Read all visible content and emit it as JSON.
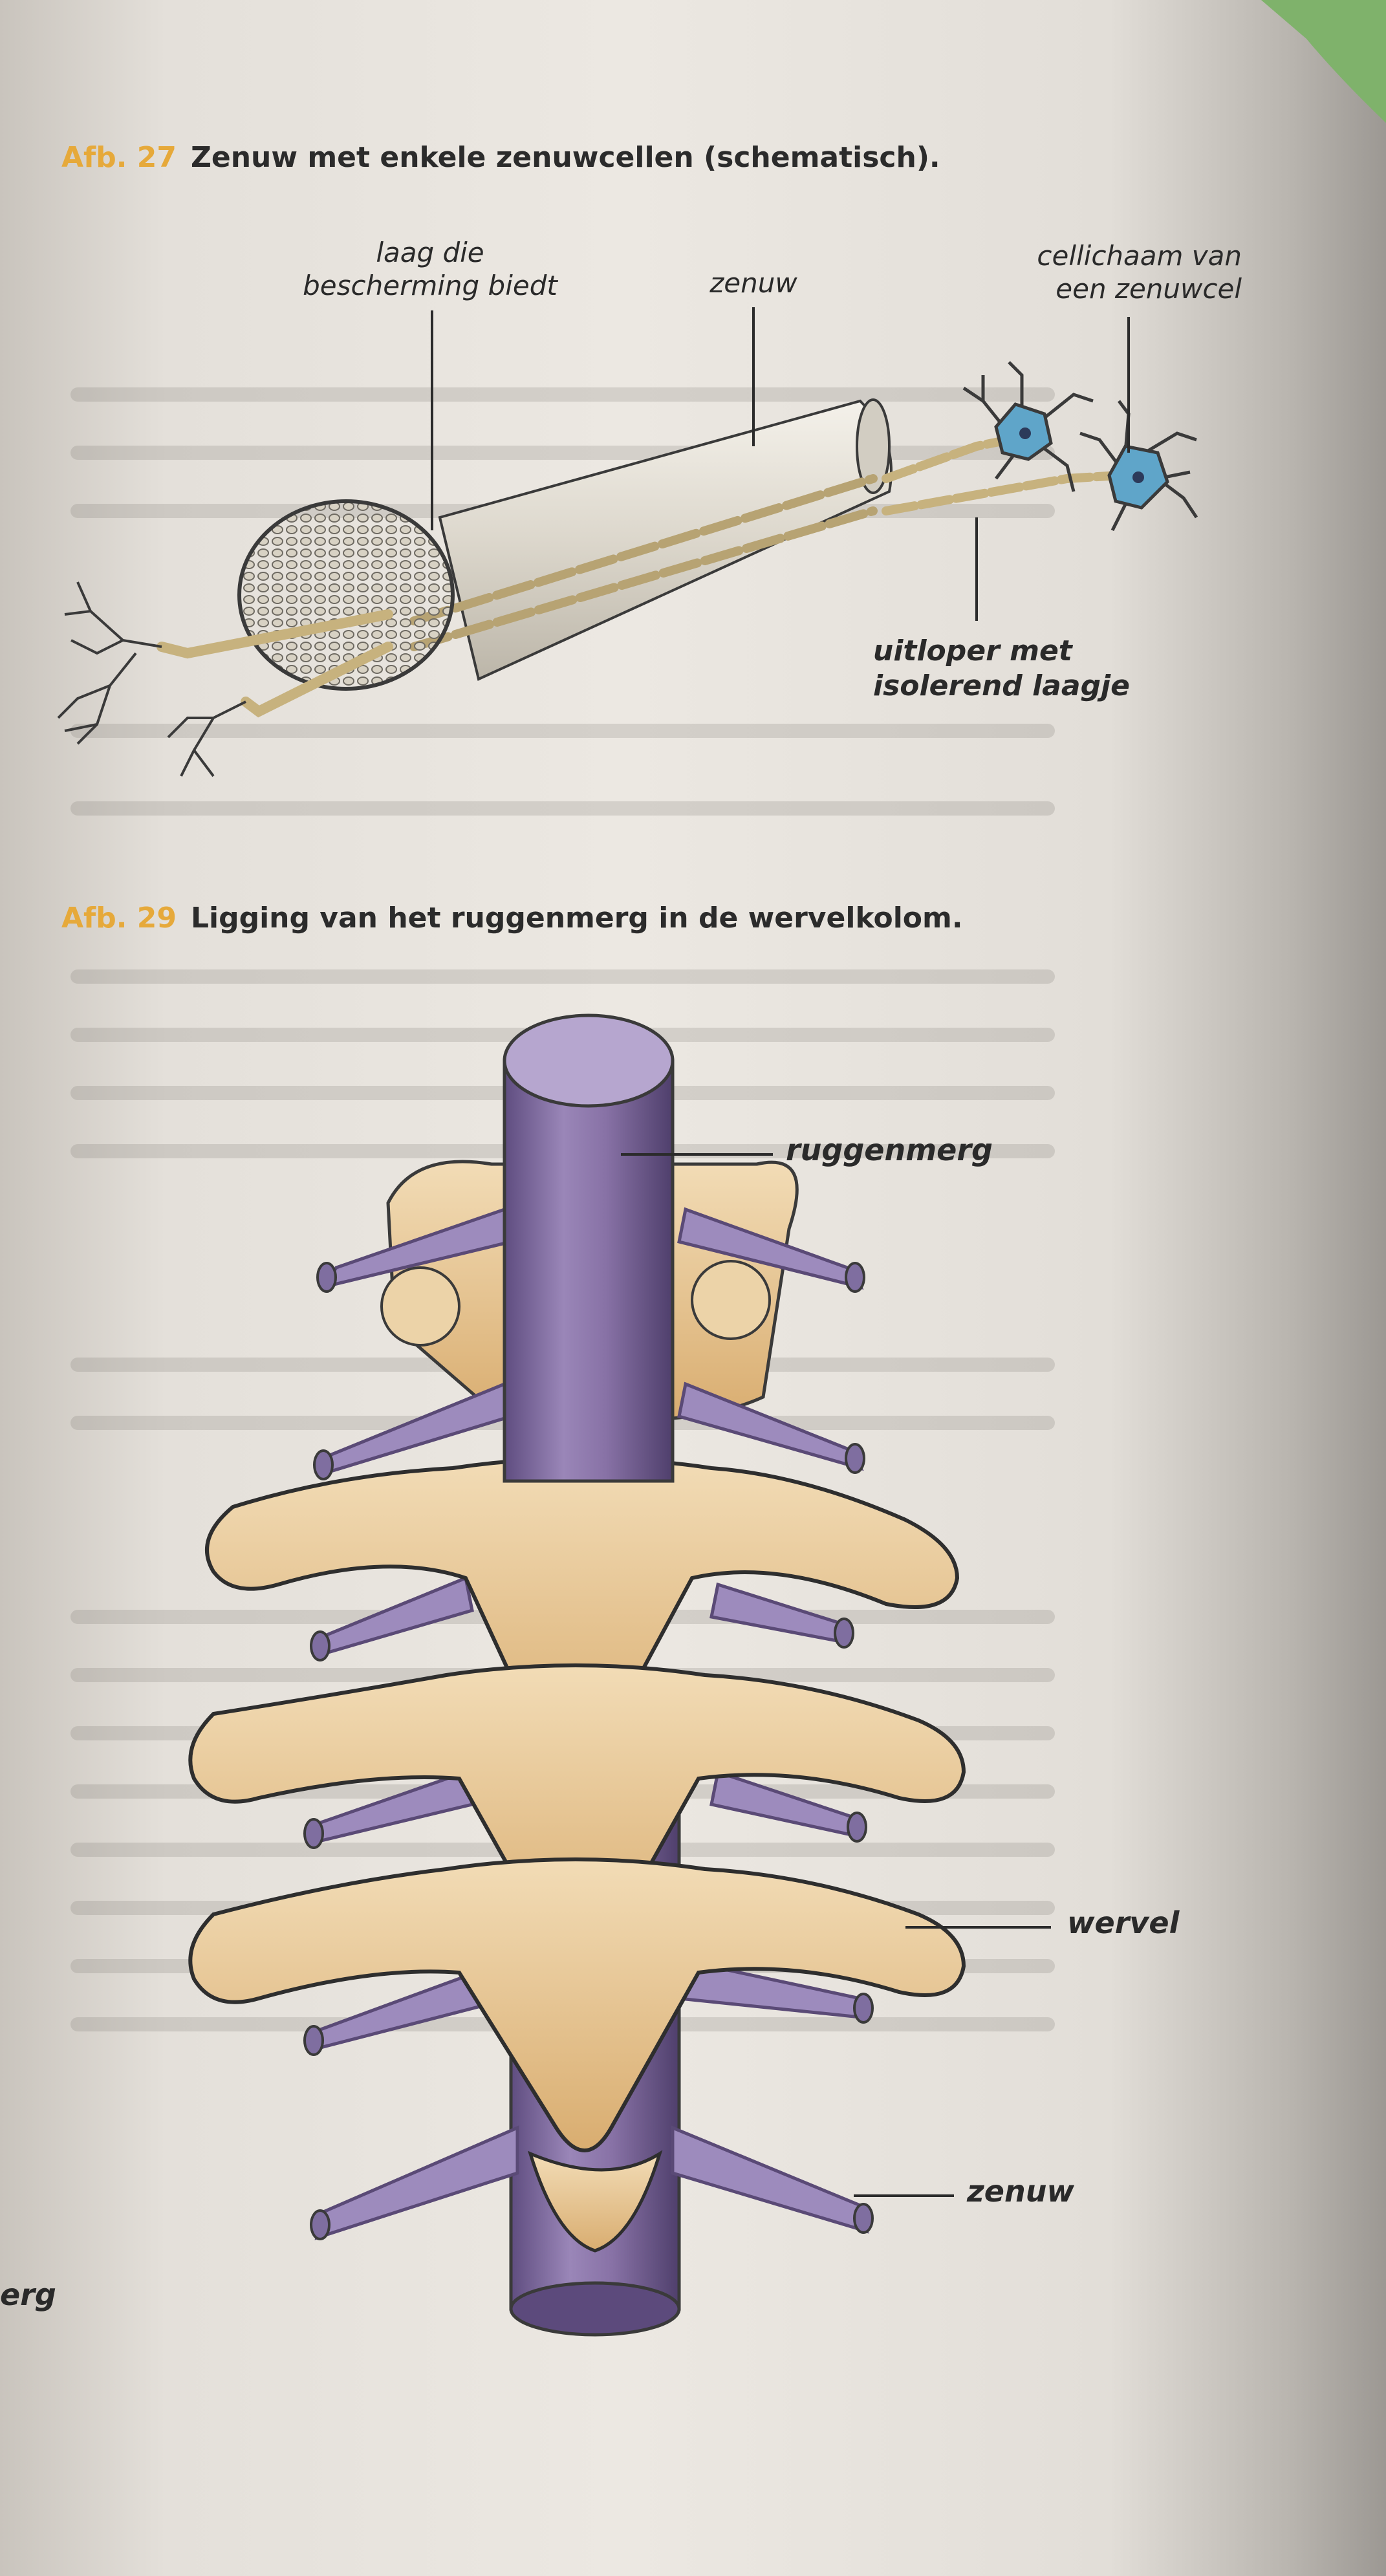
{
  "figure27": {
    "number": "Afb. 27",
    "title": "Zenuw met enkele zenuwcellen (schematisch).",
    "labels": {
      "protective_layer": [
        "laag die",
        "bescherming biedt"
      ],
      "nerve": "zenuw",
      "cell_body": [
        "cellichaam van",
        "een zenuwcel"
      ],
      "insulated_extension": [
        "uitloper met",
        "isolerend laagje"
      ]
    }
  },
  "figure29": {
    "number": "Afb. 29",
    "title": "Ligging van het ruggenmerg in de wervelkolom.",
    "labels": {
      "spinal_cord": "ruggenmerg",
      "vertebra": "wervel",
      "nerve": "zenuw"
    }
  },
  "margin_fragment": "erg",
  "colors": {
    "caption_number": "#e6a93a",
    "spinal_cord": "#8a74a8",
    "bone": "#e7c89a",
    "neuron": "#5a9ec3"
  }
}
